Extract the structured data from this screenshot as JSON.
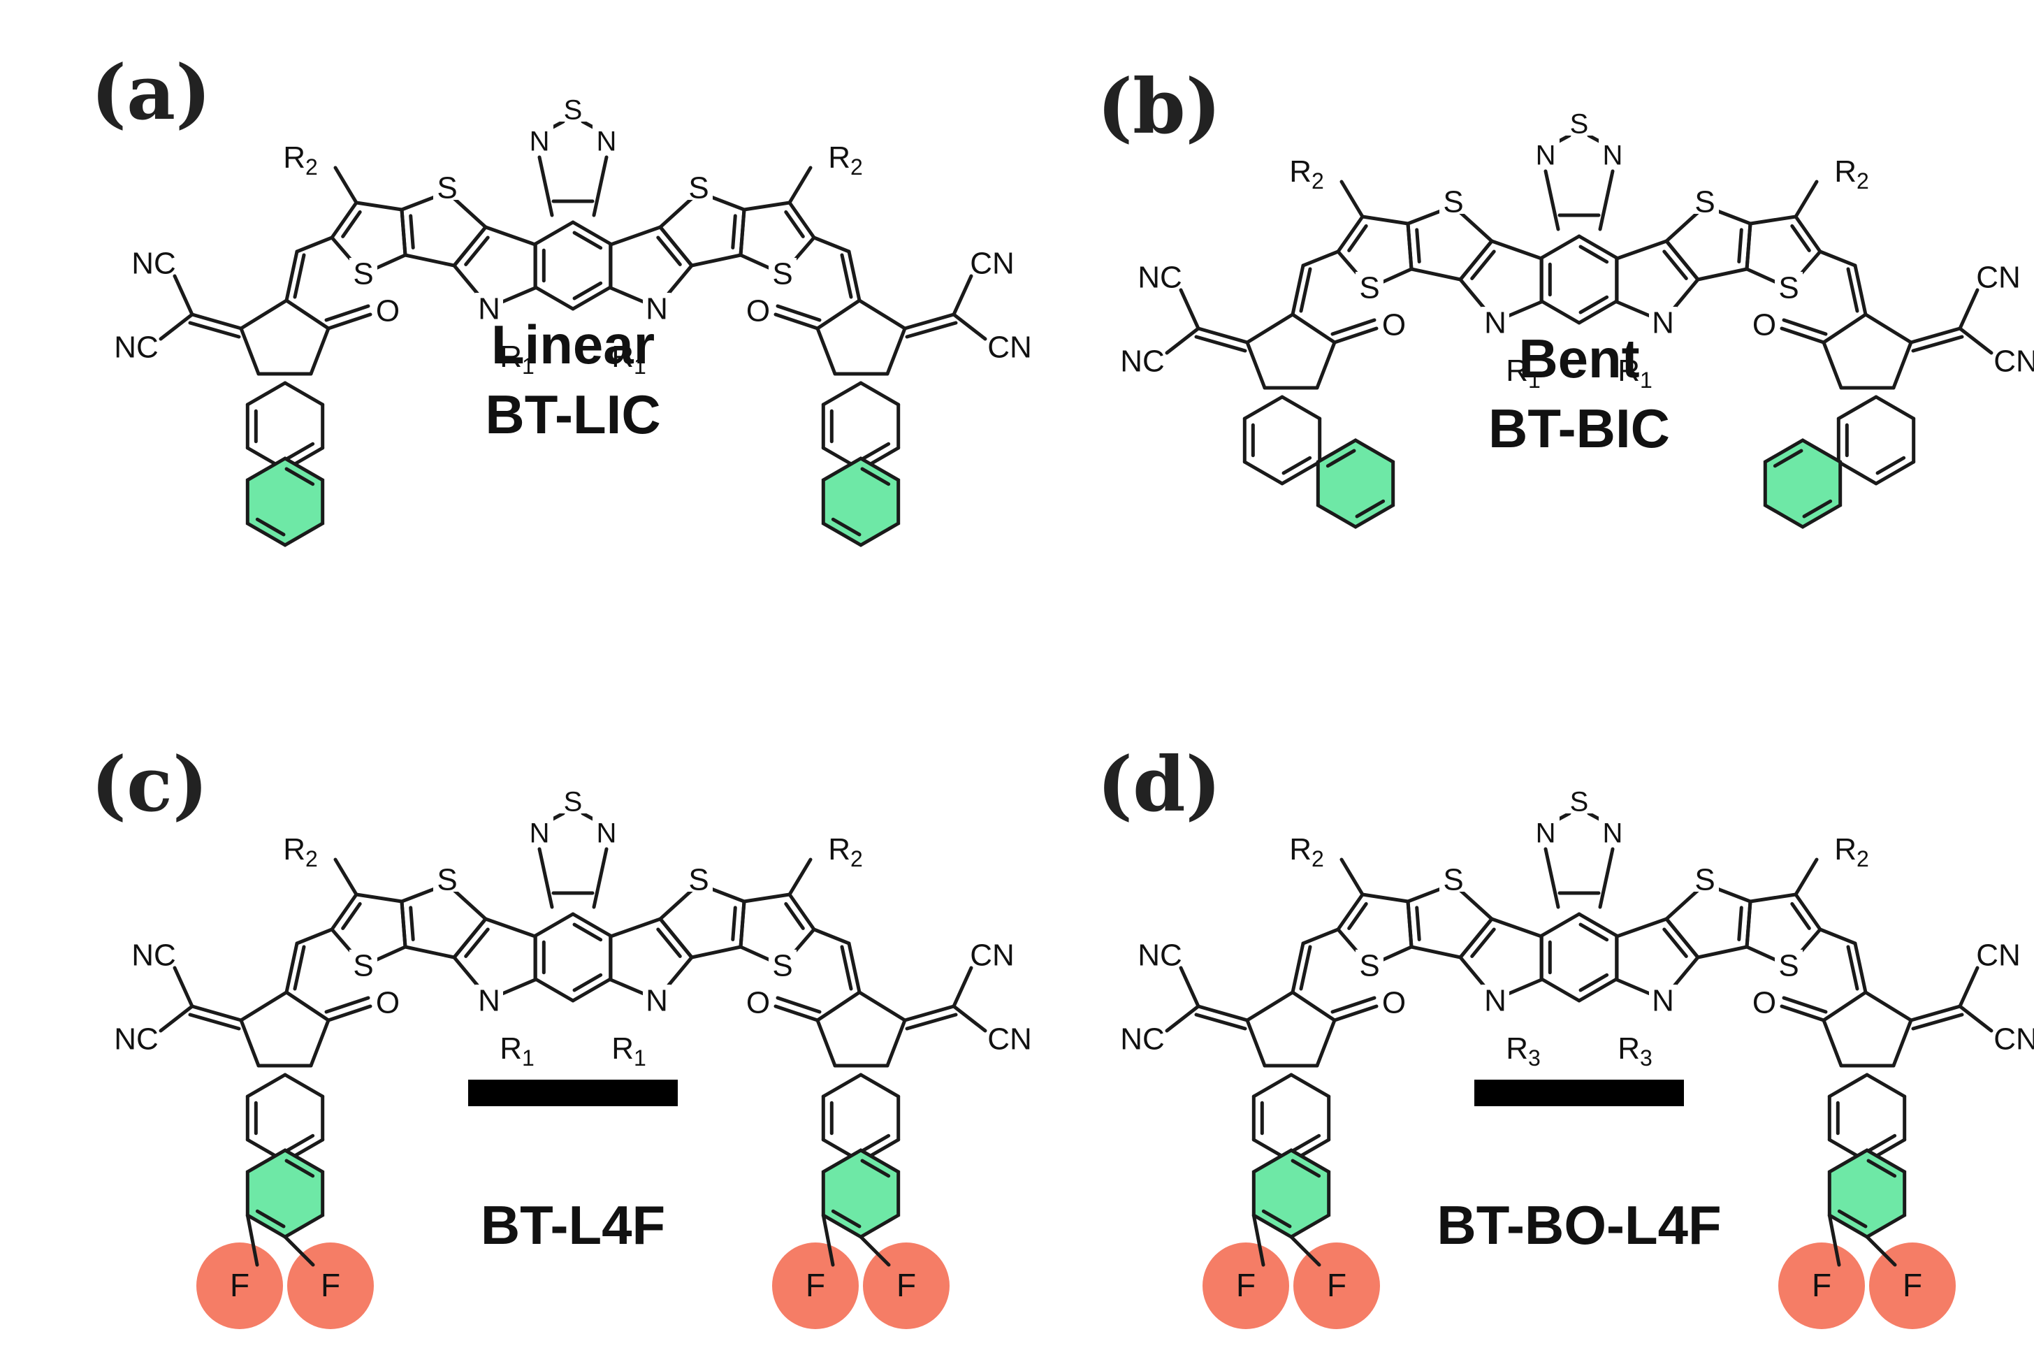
{
  "panels": [
    {
      "id": "a",
      "label": "(a)",
      "name_lines": [
        "Linear",
        "BT-LIC"
      ],
      "end_group": "linear",
      "fluorinated": false,
      "redaction_bar": false,
      "substituents": {
        "core_n_sub": "R",
        "core_n_sub_index": "1",
        "side_sub": "R",
        "side_sub_index": "2"
      }
    },
    {
      "id": "b",
      "label": "(b)",
      "name_lines": [
        "Bent",
        "BT-BIC"
      ],
      "end_group": "bent",
      "fluorinated": false,
      "redaction_bar": false,
      "substituents": {
        "core_n_sub": "R",
        "core_n_sub_index": "1",
        "side_sub": "R",
        "side_sub_index": "2"
      }
    },
    {
      "id": "c",
      "label": "(c)",
      "name_lines": [
        "BT-L4F"
      ],
      "end_group": "linear",
      "fluorinated": true,
      "redaction_bar": true,
      "substituents": {
        "core_n_sub": "R",
        "core_n_sub_index": "1",
        "side_sub": "R",
        "side_sub_index": "2"
      }
    },
    {
      "id": "d",
      "label": "(d)",
      "name_lines": [
        "BT-BO-L4F"
      ],
      "end_group": "linear",
      "fluorinated": true,
      "redaction_bar": true,
      "substituents": {
        "core_n_sub": "R",
        "core_n_sub_index": "3",
        "side_sub": "R",
        "side_sub_index": "2"
      }
    }
  ],
  "atoms": {
    "sulfur": "S",
    "nitrogen": "N",
    "oxygen": "O",
    "fluorine": "F",
    "nitrile_left": "NC",
    "nitrile_right": "CN"
  },
  "colors": {
    "highlight_ring": "#6ee8a6",
    "fluorine_circle": "#f57d66",
    "bond": "#1a1a1a"
  }
}
